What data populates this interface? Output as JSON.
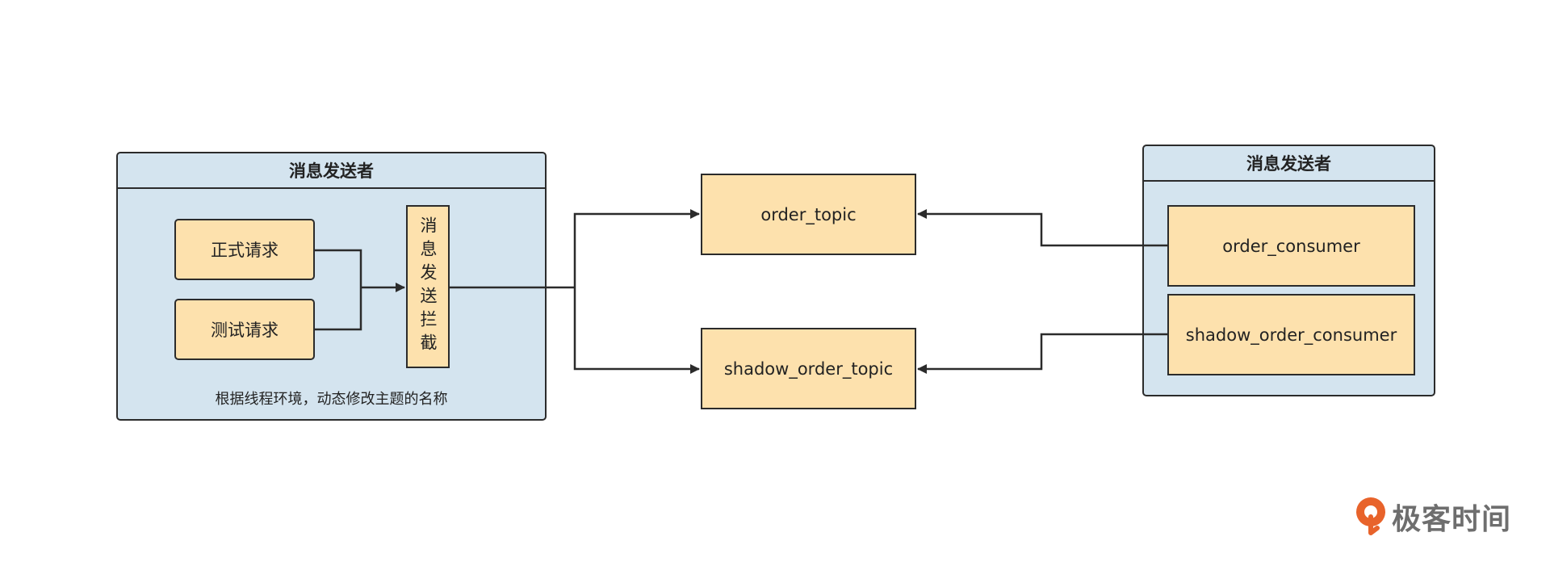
{
  "left_container": {
    "title": "消息发送者",
    "note": "根据线程环境，动态修改主题的名称",
    "formal_request": "正式请求",
    "test_request": "测试请求",
    "interceptor": "消息发送拦截"
  },
  "topics": {
    "order_topic": "order_topic",
    "shadow_order_topic": "shadow_order_topic"
  },
  "right_container": {
    "title": "消息发送者",
    "order_consumer": "order_consumer",
    "shadow_order_consumer": "shadow_order_consumer"
  },
  "brand": {
    "name": "极客时间"
  },
  "colors": {
    "container_fill": "#d4e4ef",
    "box_fill": "#fde1ad",
    "stroke": "#2b2b2b",
    "brand_accent": "#e8632b"
  }
}
